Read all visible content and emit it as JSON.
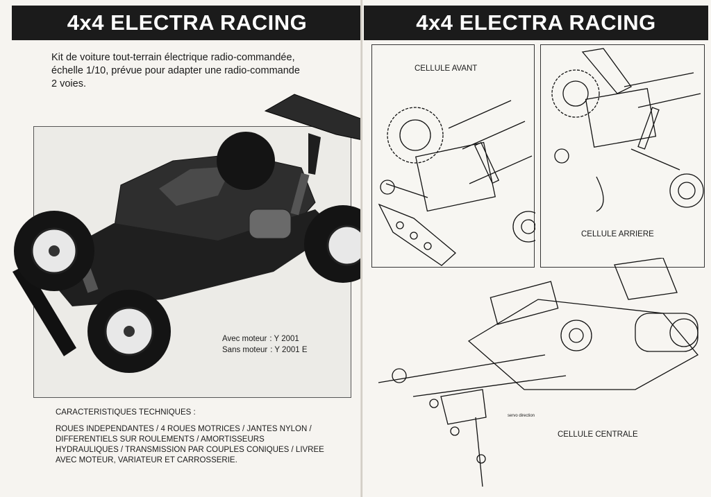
{
  "left_page": {
    "title": "4x4 ELECTRA RACING",
    "intro": "Kit de voiture tout-terrain électrique radio-commandée, échelle 1/10, prévue pour adapter une radio-commande 2 voies.",
    "model_info": [
      {
        "label": "Avec moteur",
        "value": ": Y 2001"
      },
      {
        "label": "Sans moteur",
        "value": ": Y 2001 E"
      }
    ],
    "specs_title": "CARACTERISTIQUES TECHNIQUES :",
    "specs": "ROUES INDEPENDANTES / 4 ROUES MOTRICES / JANTES NYLON / DIFFERENTIELS SUR ROULEMENTS / AMORTISSEURS HYDRAULIQUES / TRANSMISSION PAR COUPLES CONIQUES / LIVREE AVEC MOTEUR, VARIATEUR ET CARROSSERIE.",
    "photo": "4x4 electric racing buggy with rear wing"
  },
  "right_page": {
    "title": "4x4 ELECTRA RACING",
    "captions": {
      "front": "CELLULE AVANT",
      "rear": "CELLULE ARRIERE",
      "center": "CELLULE CENTRALE",
      "servo": "servo direction"
    }
  }
}
